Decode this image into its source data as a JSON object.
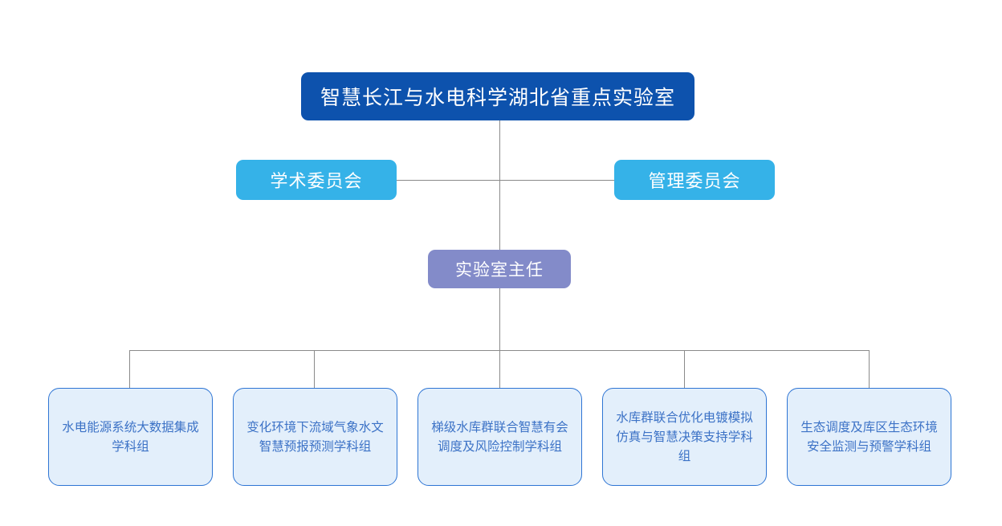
{
  "diagram": {
    "title": "智慧长江与水电科学湖北省重点实验室",
    "root": {
      "label": "智慧长江与水电科学湖北省重点实验室",
      "color": "#0d52ad",
      "text_color": "#ffffff"
    },
    "committees": [
      {
        "label": "学术委员会",
        "color": "#35b2e8",
        "text_color": "#ffffff",
        "side": "left"
      },
      {
        "label": "管理委员会",
        "color": "#35b2e8",
        "text_color": "#ffffff",
        "side": "right"
      }
    ],
    "director": {
      "label": "实验室主任",
      "color": "#838bc9",
      "text_color": "#ffffff"
    },
    "groups": [
      {
        "label": "水电能源系统大数据集成学科组"
      },
      {
        "label": "变化环境下流域气象水文智慧预报预测学科组"
      },
      {
        "label": "梯级水库群联合智慧有会调度及风险控制学科组"
      },
      {
        "label": "水库群联合优化电镀模拟仿真与智慧决策支持学科组"
      },
      {
        "label": "生态调度及库区生态环境安全监测与预警学科组"
      }
    ],
    "group_style": {
      "fill": "#e3effb",
      "border": "#2e75d4",
      "text_color": "#3c72c6"
    },
    "connector_color": "#8a8a8a"
  }
}
